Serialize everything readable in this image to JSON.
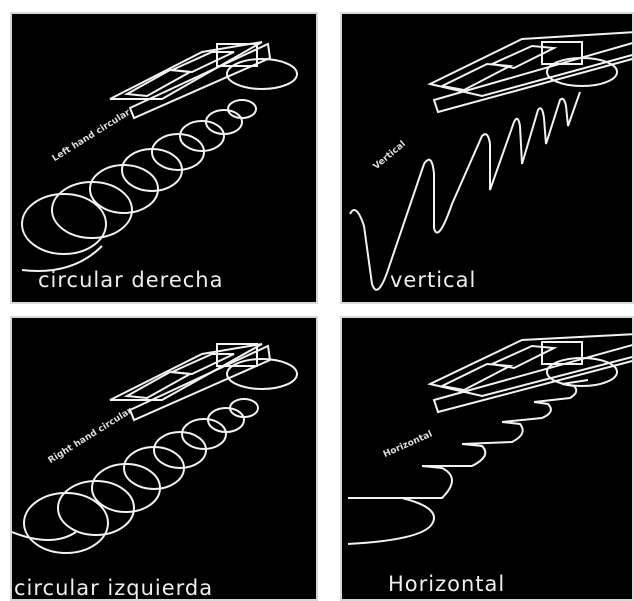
{
  "panels": [
    {
      "caption": "circular derecha",
      "beam_label": "Left hand circular"
    },
    {
      "caption": "vertical",
      "beam_label": "Vertical"
    },
    {
      "caption": "circular izquierda",
      "beam_label": "Right hand circular"
    },
    {
      "caption": "Horizontal",
      "beam_label": "Horizontal"
    }
  ]
}
